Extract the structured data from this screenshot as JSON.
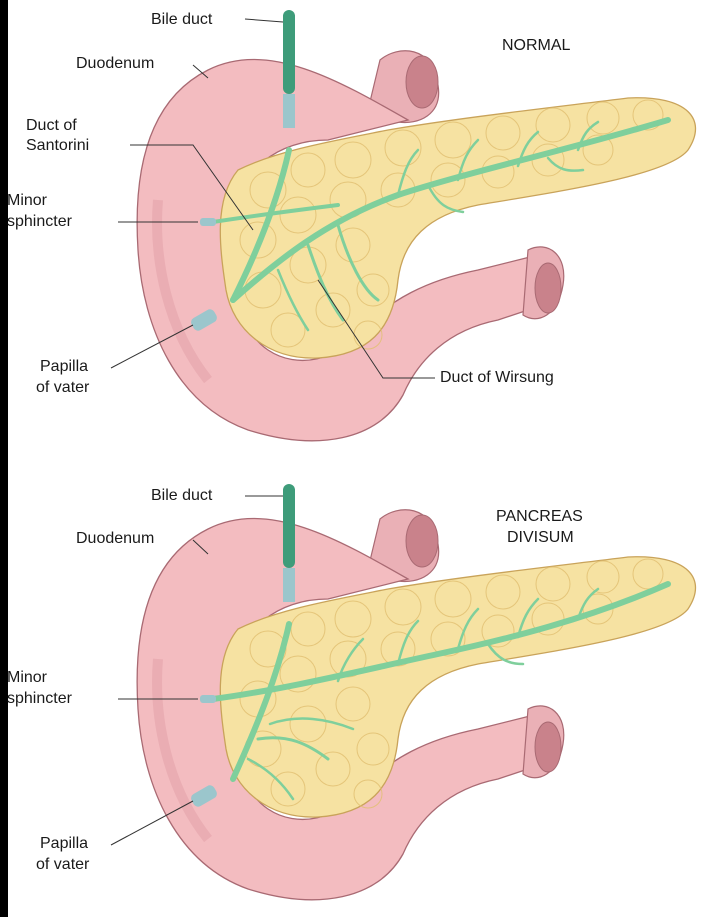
{
  "colors": {
    "duodenum": "#f3bcc0",
    "duodenum_shadow": "#d98f98",
    "pancreas": "#f6e2a2",
    "pancreas_lobule": "#e8c879",
    "duct": "#7fcf9c",
    "bile_duct": "#3e9c7a",
    "sphincter": "#9bc6cc",
    "leader": "#333333"
  },
  "normal": {
    "title": "NORMAL",
    "labels": {
      "bile_duct": "Bile duct",
      "duodenum": "Duodenum",
      "duct_santorini_1": "Duct of",
      "duct_santorini_2": "Santorini",
      "minor_sphincter_1": "Minor",
      "minor_sphincter_2": "sphincter",
      "papilla_1": "Papilla",
      "papilla_2": "of vater",
      "duct_wirsung": "Duct of Wirsung"
    }
  },
  "divisum": {
    "title_1": "PANCREAS",
    "title_2": "DIVISUM",
    "labels": {
      "bile_duct": "Bile duct",
      "duodenum": "Duodenum",
      "minor_sphincter_1": "Minor",
      "minor_sphincter_2": "sphincter",
      "papilla_1": "Papilla",
      "papilla_2": "of vater"
    }
  }
}
